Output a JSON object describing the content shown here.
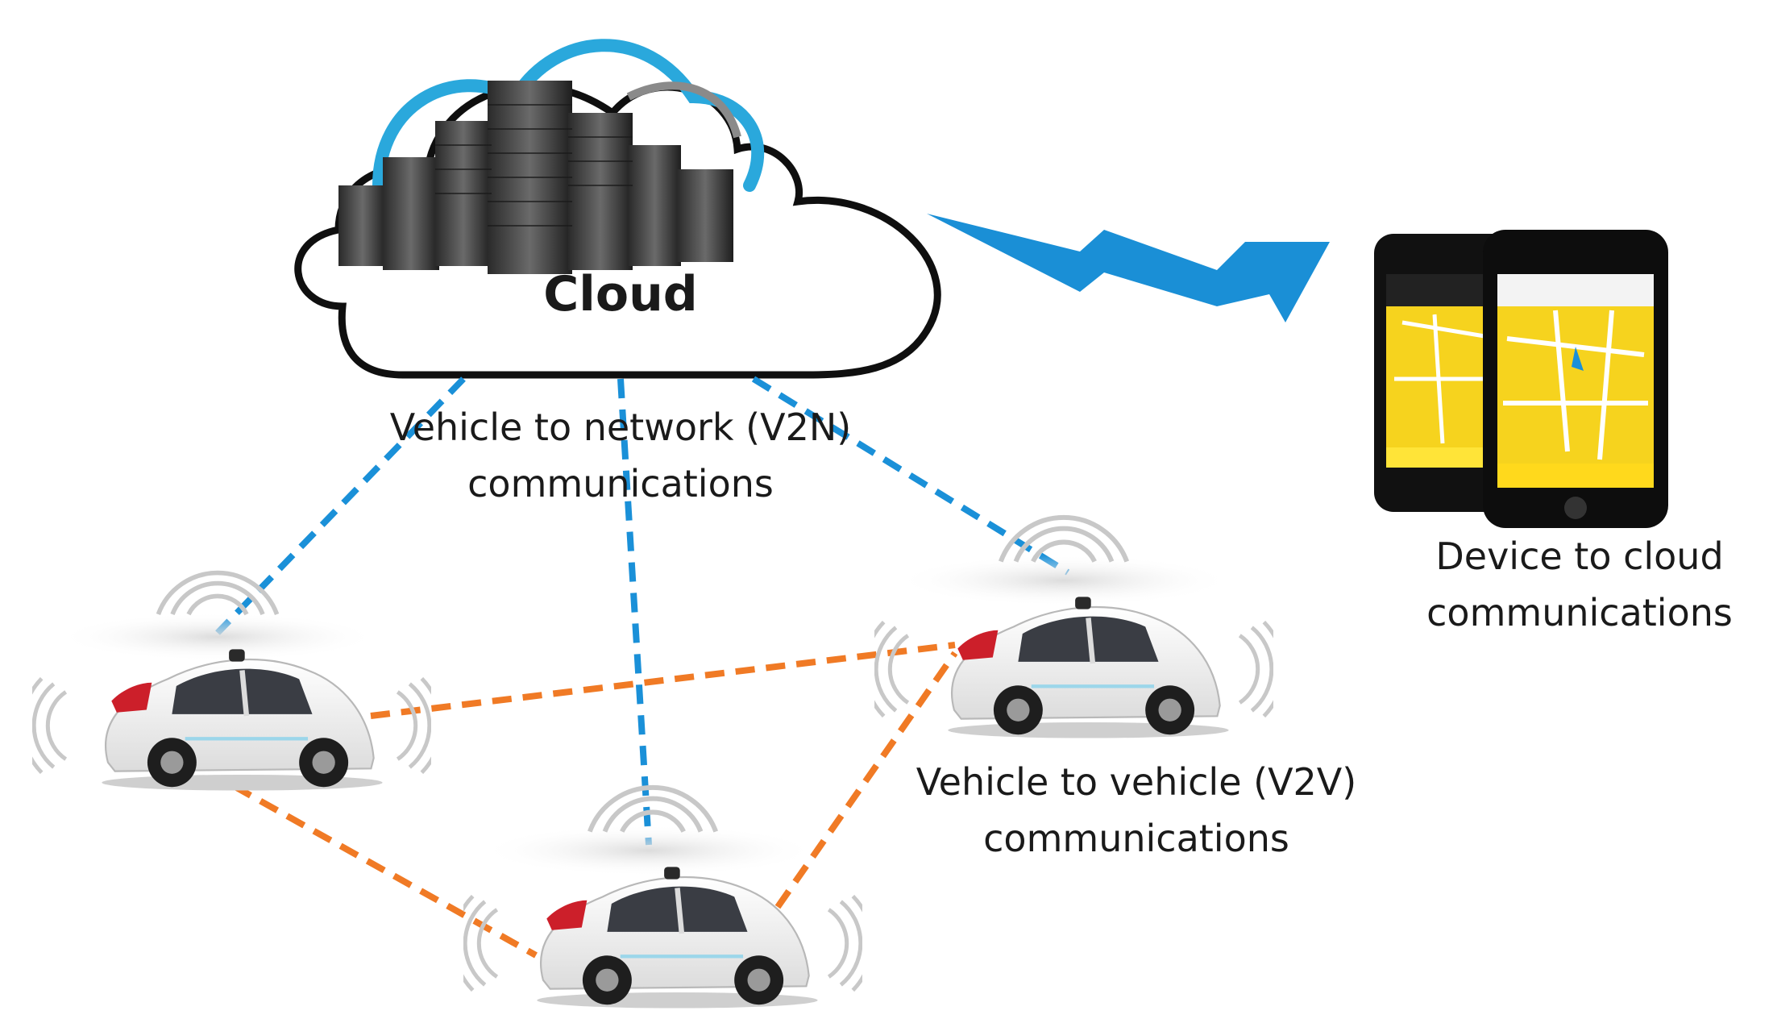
{
  "cloud": {
    "title": "Cloud"
  },
  "labels": {
    "v2n": {
      "line1": "Vehicle to network (V2N)",
      "line2": "communications"
    },
    "d2c": {
      "line1": "Device to cloud",
      "line2": "communications"
    },
    "v2v": {
      "line1": "Vehicle to vehicle (V2V)",
      "line2": "communications"
    }
  },
  "colors": {
    "v2n_link": "#1a90d8",
    "v2v_link": "#f07a25",
    "cloud_accent": "#2aa8dc",
    "lightning": "#1a8fd6",
    "phone_screen": "#f6d31e"
  },
  "icons": [
    "cloud-icon",
    "server-rack-icon",
    "lightning-bolt-icon",
    "smartphone-icon",
    "self-driving-car-icon",
    "signal-wave-icon"
  ]
}
